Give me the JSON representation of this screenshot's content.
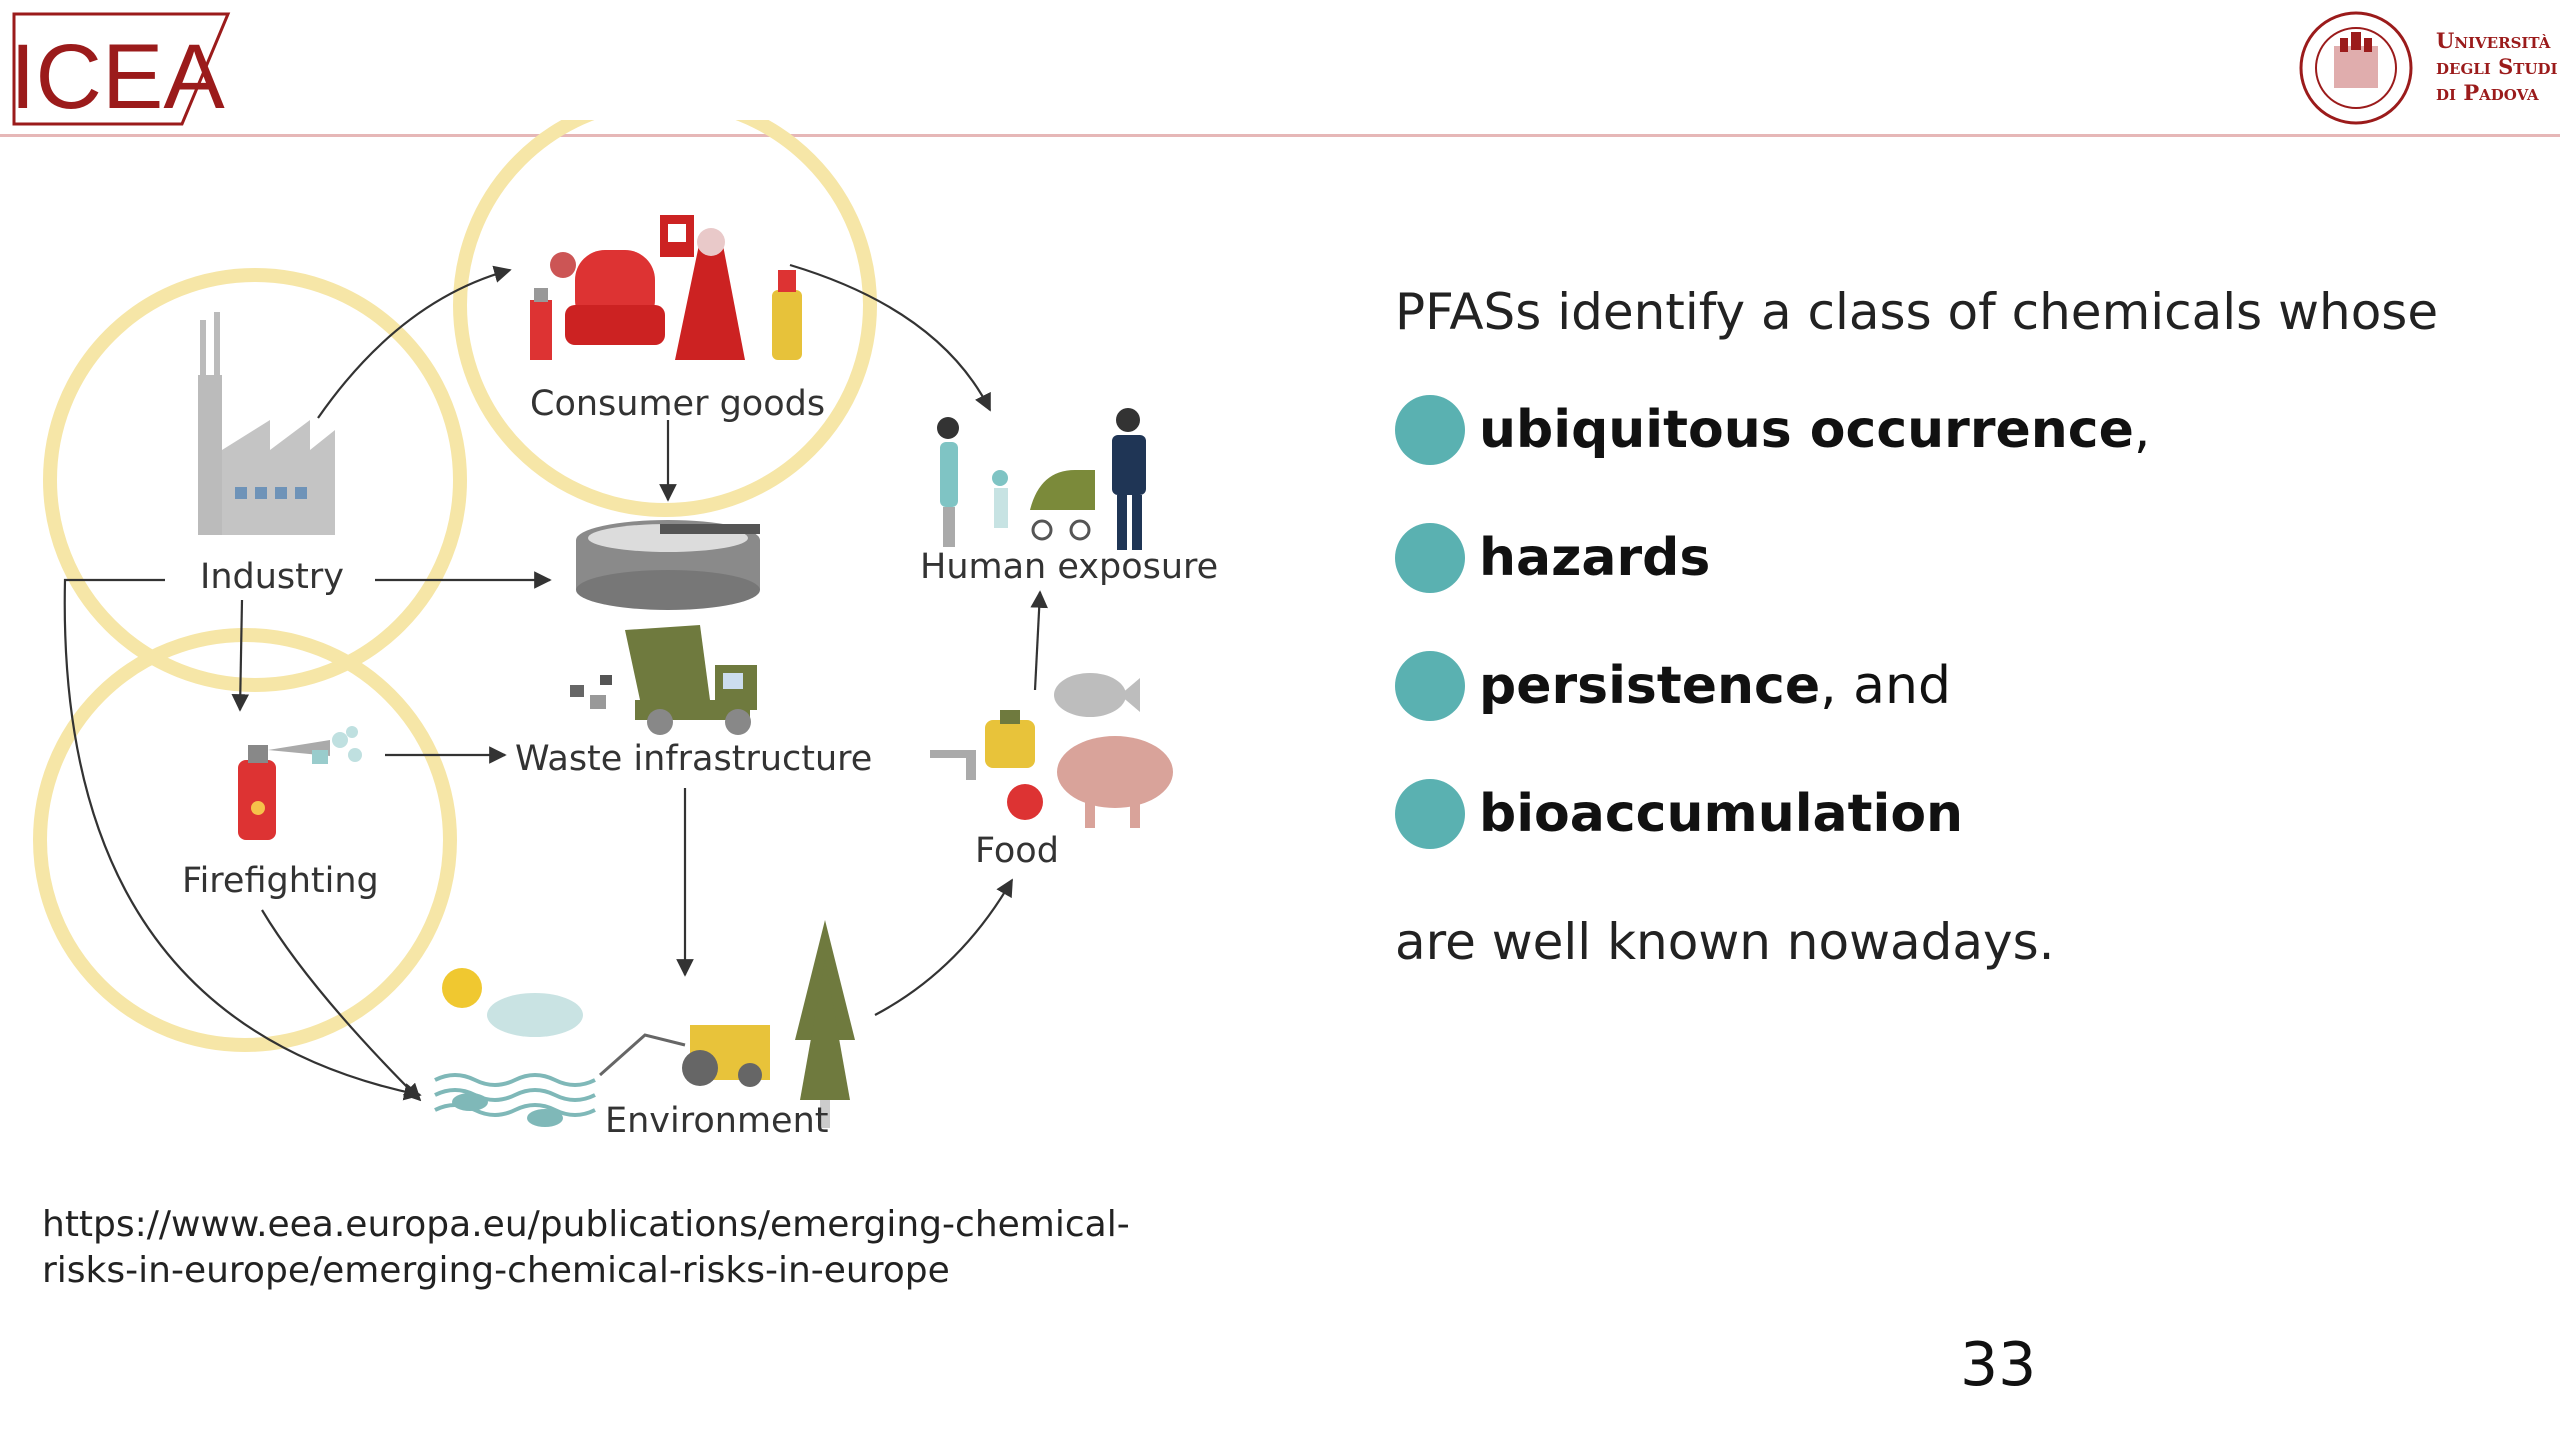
{
  "header": {
    "left_logo_text": "ICEA",
    "right_logo_lines": [
      "Università",
      "degli Studi",
      "di Padova"
    ],
    "seal_text": "Università degli Studi di Padova"
  },
  "diagram": {
    "nodes": {
      "consumer_goods": "Consumer goods",
      "industry": "Industry",
      "human_exposure": "Human exposure",
      "waste_infrastructure": "Waste infrastructure",
      "firefighting": "Firefighting",
      "food": "Food",
      "environment": "Environment"
    },
    "highlighted": [
      "Consumer goods",
      "Industry",
      "Firefighting"
    ]
  },
  "content": {
    "intro": "PFASs identify a class of chemicals whose",
    "bullets": [
      {
        "bold": "ubiquitous occurrence",
        "rest": ","
      },
      {
        "bold": "hazards",
        "rest": ""
      },
      {
        "bold": "persistence",
        "rest": ", and"
      },
      {
        "bold": "bioaccumulation",
        "rest": ""
      }
    ],
    "outro": "are well known nowadays."
  },
  "footer": {
    "source_line1": "https://www.eea.europa.eu/publications/emerging-chemical-",
    "source_line2": "risks-in-europe/emerging-chemical-risks-in-europe",
    "page_number": "33"
  },
  "colors": {
    "brand_red": "#9b1b1b",
    "bullet_teal": "#5ab1b1",
    "halo_yellow": "#f6e6a7"
  }
}
